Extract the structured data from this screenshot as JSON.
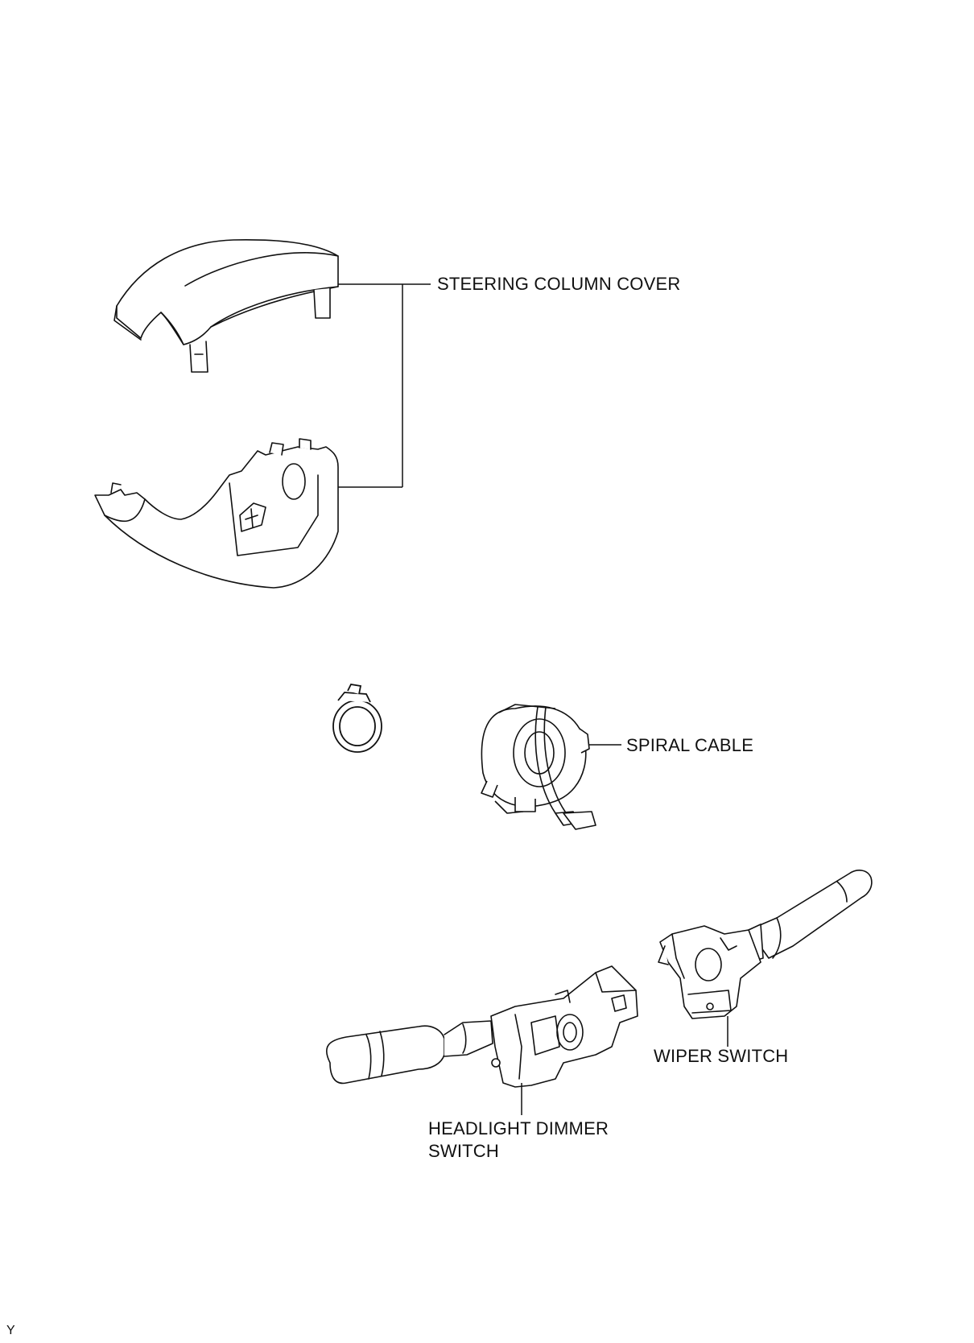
{
  "diagram": {
    "labels": {
      "steering_column_cover": "STEERING COLUMN COVER",
      "spiral_cable": "SPIRAL CABLE",
      "wiper_switch": "WIPER SWITCH",
      "headlight_dimmer_switch_line1": "HEADLIGHT DIMMER",
      "headlight_dimmer_switch_line2": "SWITCH"
    },
    "footer_code": "Y"
  }
}
